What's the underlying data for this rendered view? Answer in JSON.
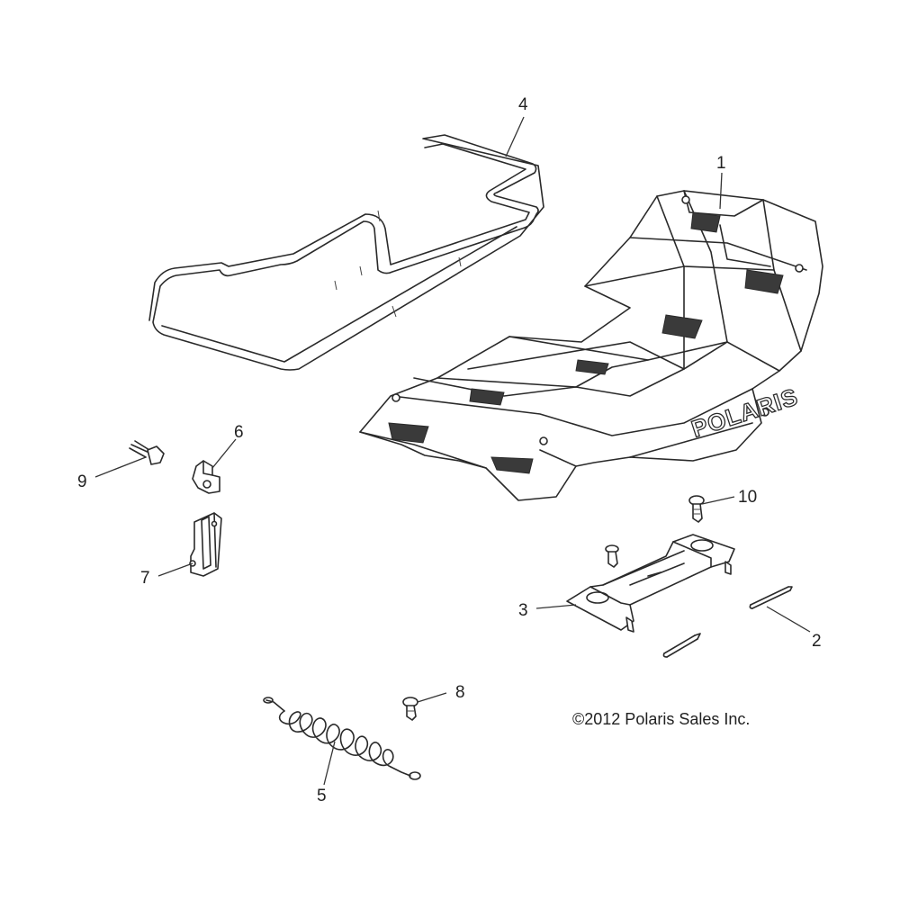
{
  "callouts": {
    "c1": "1",
    "c2": "2",
    "c3": "3",
    "c4": "4",
    "c5": "5",
    "c6": "6",
    "c7": "7",
    "c8": "8",
    "c9": "9",
    "c10": "10"
  },
  "rack_logo": "POLARIS",
  "copyright": "©2012 Polaris Sales Inc."
}
